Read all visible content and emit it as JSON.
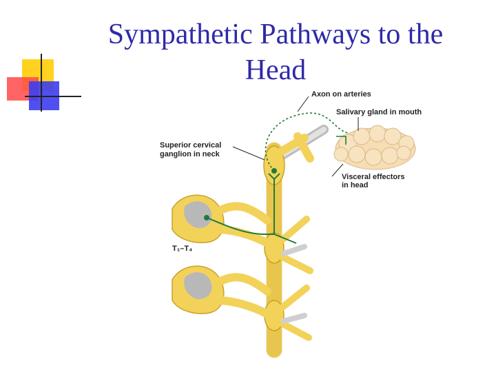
{
  "slide": {
    "title_line1": "Sympathetic Pathways to the",
    "title_line2": "Head"
  },
  "diagram": {
    "labels": {
      "axon_on_arteries": "Axon on arteries",
      "salivary_gland": "Salivary gland in mouth",
      "superior_cervical_line1": "Superior cervical",
      "superior_cervical_line2": "ganglion in neck",
      "visceral_effectors_line1": "Visceral effectors",
      "visceral_effectors_line2": "in head",
      "segments": "T₁–T₄"
    }
  },
  "colors": {
    "title": "#2e2aa8",
    "nerve_yellow": "#f3d25a",
    "nerve_outline": "#c9a227",
    "gray_matter": "#b8b8b8",
    "neuron_green": "#1f7a3a",
    "gland": "#f6ddb3",
    "deco_yellow": "#ffd21f",
    "deco_red": "#ff4a4a",
    "deco_blue": "#3d3df0"
  }
}
